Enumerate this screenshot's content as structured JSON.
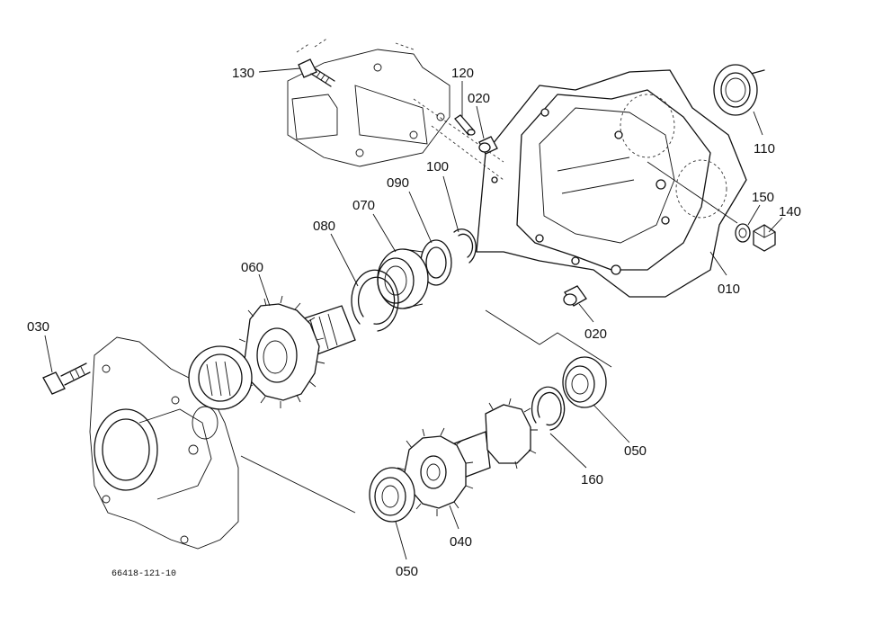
{
  "diagram": {
    "reference_code": "66418-121-10",
    "parts": [
      {
        "id": "130",
        "label": "130"
      },
      {
        "id": "120",
        "label": "120"
      },
      {
        "id": "020a",
        "label": "020"
      },
      {
        "id": "110",
        "label": "110"
      },
      {
        "id": "100",
        "label": "100"
      },
      {
        "id": "090",
        "label": "090"
      },
      {
        "id": "070",
        "label": "070"
      },
      {
        "id": "080",
        "label": "080"
      },
      {
        "id": "060",
        "label": "060"
      },
      {
        "id": "150",
        "label": "150"
      },
      {
        "id": "140",
        "label": "140"
      },
      {
        "id": "010",
        "label": "010"
      },
      {
        "id": "020b",
        "label": "020"
      },
      {
        "id": "030",
        "label": "030"
      },
      {
        "id": "050a",
        "label": "050"
      },
      {
        "id": "160",
        "label": "160"
      },
      {
        "id": "040",
        "label": "040"
      },
      {
        "id": "050b",
        "label": "050"
      }
    ]
  }
}
